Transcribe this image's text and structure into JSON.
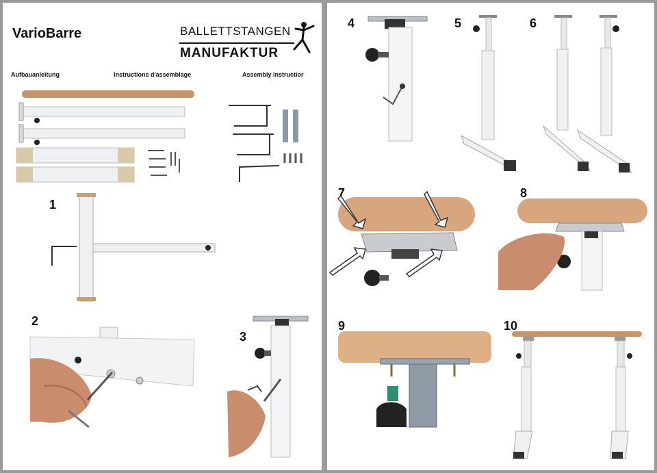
{
  "header": {
    "title": "VarioBarre",
    "brand_line1": "BALLETTSTANGEN",
    "brand_line2": "MANUFAKTUR"
  },
  "subtitles": {
    "german": "Aufbauanleitung",
    "french": "Instructions d'assemblage",
    "english": "Assembly instructior"
  },
  "steps": [
    "1",
    "2",
    "3",
    "4",
    "5",
    "6",
    "7",
    "8",
    "9",
    "10"
  ],
  "colors": {
    "background": "#9a9a9a",
    "wood": "#c8956a",
    "metal": "#eef0f2",
    "dark": "#222222"
  }
}
